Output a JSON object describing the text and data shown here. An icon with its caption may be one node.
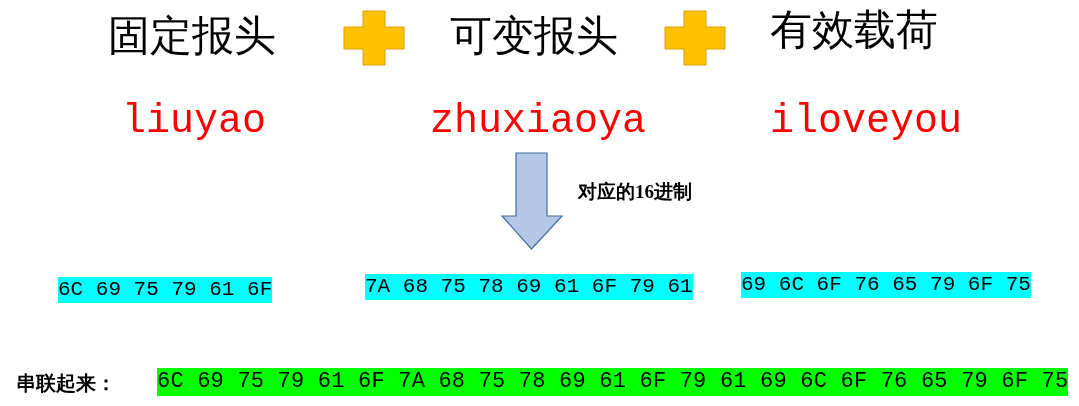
{
  "diagram": {
    "labels": [
      "固定报头",
      "可变报头",
      "有效载荷",
      "liuyao",
      "zhuxiaoya",
      "iloveyou",
      "对应的16进制",
      "6C 69 75 79 61 6F",
      "7A 68 75 78 69 61 6F 79 61",
      "69 6C 6F 76 65 79 6F 75",
      "串联起来：",
      "6C 69 75 79 61 6F 7A 68 75 78 69 61 6F 79 61 69 6C 6F 76 65 79 6F 75"
    ]
  }
}
